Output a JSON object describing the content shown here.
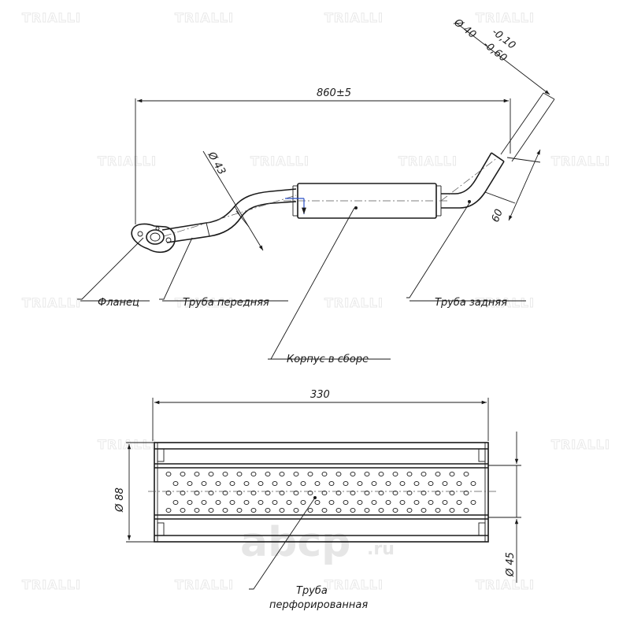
{
  "watermark": {
    "text": "TRIALLI"
  },
  "site_mark": {
    "main": "abcp",
    "tld": ".ru"
  },
  "top_view": {
    "dim_length": "860±5",
    "dim_diam_outlet_main": "Ø 40",
    "dim_diam_outlet_tol_upper": "-0,10",
    "dim_diam_outlet_tol_lower": "-0,60",
    "dim_diam_front": "Ø 43",
    "dim_rear_offset": "60",
    "labels": {
      "flange": "Фланец",
      "front_pipe": "Труба передняя",
      "rear_pipe": "Труба задняя",
      "body_assembly": "Корпус в сборе"
    }
  },
  "section_view": {
    "dim_length": "330",
    "dim_diam_body": "Ø 88",
    "dim_diam_pipe": "Ø 45",
    "label_line1": "Труба",
    "label_line2": "перфорированная"
  }
}
